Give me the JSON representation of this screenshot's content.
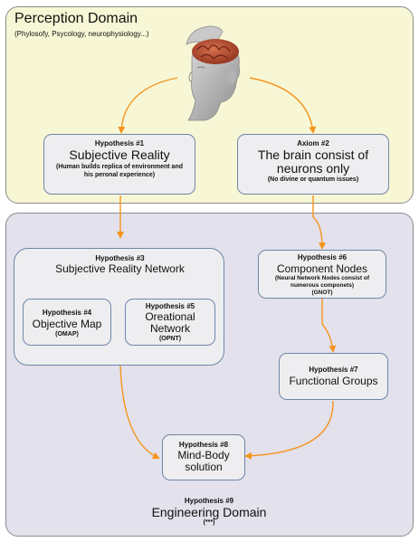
{
  "perception": {
    "title": "Perception Domain",
    "subtitle": "(Phylosofy, Psycology, neurophysiology...)"
  },
  "hyp1": {
    "label": "Hypothesis #1",
    "title": "Subjective Reality",
    "note": "(Human builds replica of environment and his peronal experience)"
  },
  "axiom2": {
    "label": "Axiom #2",
    "title": "The brain consist of neurons only",
    "note": "(No divine or quantum issues)"
  },
  "hyp3": {
    "label": "Hypothesis #3",
    "title": "Subjective Reality Network"
  },
  "hyp4": {
    "label": "Hypothesis #4",
    "title": "Objective Map",
    "note": "(OMAP)"
  },
  "hyp5": {
    "label": "Hypothesis #5",
    "title": "Oreational Network",
    "note": "(OPNT)"
  },
  "hyp6": {
    "label": "Hypothesis #6",
    "title": "Component Nodes",
    "note": "(Neural Network Nodes consist of numerous componets)",
    "note2": "(GNOT)"
  },
  "hyp7": {
    "label": "Hypothesis #7",
    "title": "Functional Groups"
  },
  "hyp8": {
    "label": "Hypothesis #8",
    "title": "Mind-Body solution"
  },
  "hyp9": {
    "label": "Hypothesis #9",
    "title": "Engineering Domain",
    "note": "(***)"
  },
  "colors": {
    "arrow": "#f7941d",
    "box_border": "#6f86a8",
    "perception_bg": "#f7f7d6",
    "engineering_bg": "#e2e1ec"
  },
  "icons": {
    "head": "open-head-brain-icon"
  }
}
